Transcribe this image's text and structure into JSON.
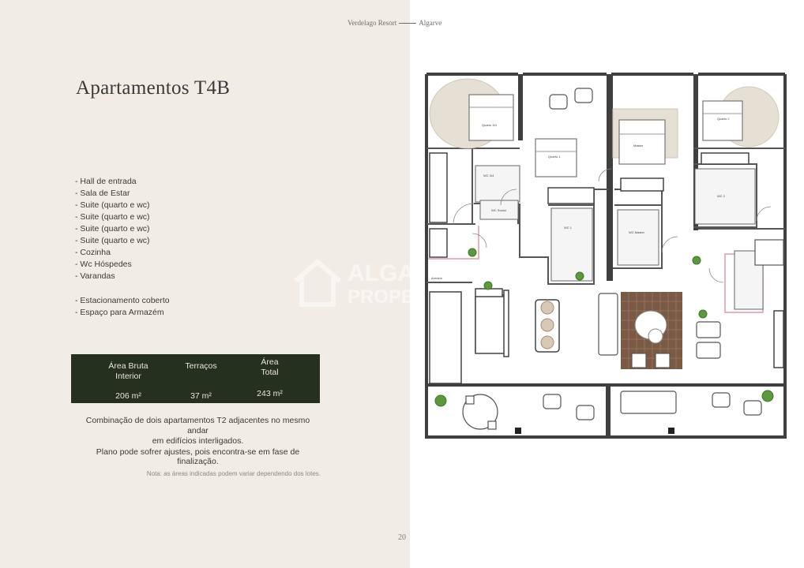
{
  "header": {
    "left": "Verdelago Resort",
    "right": "Algarve"
  },
  "title": "Apartamentos T4B",
  "features": [
    "- Hall de entrada",
    "- Sala de Estar",
    "- Suite (quarto e wc)",
    "- Suite (quarto e wc)",
    "- Suite (quarto e wc)",
    "- Suite (quarto e wc)",
    "- Cozinha",
    "- Wc Hóspedes",
    "- Varandas"
  ],
  "features_extra": [
    "- Estacionamento coberto",
    "- Espaço para Armazém"
  ],
  "areas": {
    "gross_label_1": "Área Bruta",
    "gross_label_2": "Interior",
    "gross_value": "206 m²",
    "terrace_label": "Terraços",
    "terrace_value": "37 m²",
    "total_label_1": "Área",
    "total_label_2": "Total",
    "total_value": "243 m²"
  },
  "notes": {
    "combination_1": "Combinação de dois apartamentos T2 adjacentes no mesmo andar",
    "combination_2": "em edifícios interligados.",
    "plan_adjust": "Plano pode sofrer ajustes, pois encontra-se em fase de finalização.",
    "disclaimer": "Nota: as áreas indicadas podem variar dependendo dos lotes."
  },
  "page_number": "20",
  "plan_labels": {
    "quarto_3": "Quarto 3/4",
    "quarto_1": "Quarto 1",
    "master": "Master",
    "quarto_2": "Quarto 2",
    "wc_3": "WC 3/4",
    "wc_2": "WC 2",
    "wc_1": "WC 1",
    "wc_master": "WC Master",
    "wc_social": "WC Social",
    "armario": "Armário"
  },
  "watermark": {
    "line1": "ALGA",
    "line2": "PROPE"
  },
  "colors": {
    "left_background": "#f1ede6",
    "area_box": "#25301f",
    "area_text": "#e9e6dd",
    "wall": "#3f3f3f",
    "floor_wood": "#7b5a45",
    "rug": "#e6dfd3"
  }
}
